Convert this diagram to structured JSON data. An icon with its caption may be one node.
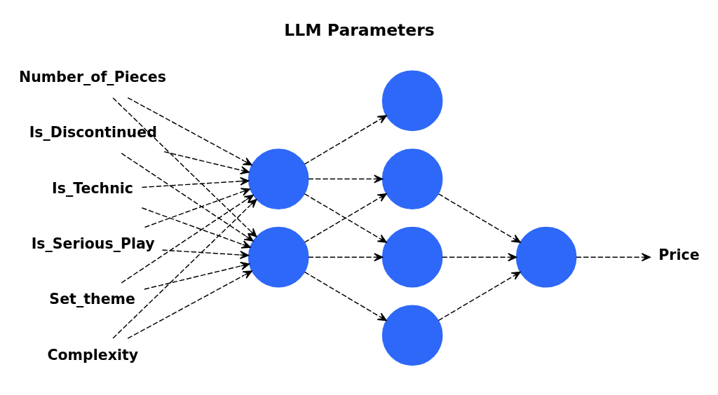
{
  "diagram": {
    "title": "LLM Parameters",
    "nodes": [
      {
        "text": [
          "Number_of_Pieces"
        ]
      },
      {
        "text": [
          "Is_Discontinued"
        ]
      },
      {
        "text": [
          "Is_Technic"
        ]
      },
      {
        "text": [
          "Is_Serious_Play"
        ]
      },
      {
        "text": [
          "Set_theme"
        ]
      },
      {
        "text": [
          "Complexity"
        ]
      },
      {
        "text": [],
        "shape": "circle"
      },
      {
        "text": [],
        "shape": "circle"
      },
      {
        "text": [],
        "shape": "circle"
      },
      {
        "text": [],
        "shape": "circle"
      },
      {
        "text": [],
        "shape": "circle"
      },
      {
        "text": [],
        "shape": "circle"
      },
      {
        "text": [],
        "shape": "circle"
      },
      {
        "text": [
          "Price"
        ]
      }
    ],
    "edges": [
      {
        "from": 0,
        "to": 6,
        "arrow": "to",
        "style": "dashed"
      },
      {
        "from": 0,
        "to": 7,
        "arrow": "to",
        "style": "dashed"
      },
      {
        "from": 1,
        "to": 6,
        "arrow": "to",
        "style": "dashed"
      },
      {
        "from": 1,
        "to": 7,
        "arrow": "to",
        "style": "dashed"
      },
      {
        "from": 2,
        "to": 6,
        "arrow": "to",
        "style": "dashed"
      },
      {
        "from": 2,
        "to": 7,
        "arrow": "to",
        "style": "dashed"
      },
      {
        "from": 3,
        "to": 6,
        "arrow": "to",
        "style": "dashed"
      },
      {
        "from": 3,
        "to": 7,
        "arrow": "to",
        "style": "dashed"
      },
      {
        "from": 4,
        "to": 6,
        "arrow": "to",
        "style": "dashed"
      },
      {
        "from": 4,
        "to": 7,
        "arrow": "to",
        "style": "dashed"
      },
      {
        "from": 5,
        "to": 6,
        "arrow": "to",
        "style": "dashed"
      },
      {
        "from": 5,
        "to": 7,
        "arrow": "to",
        "style": "dashed"
      },
      {
        "from": 6,
        "to": 8,
        "arrow": "to",
        "style": "dashed"
      },
      {
        "from": 6,
        "to": 9,
        "arrow": "to",
        "style": "dashed"
      },
      {
        "from": 6,
        "to": 10,
        "arrow": "to",
        "style": "dashed"
      },
      {
        "from": 7,
        "to": 9,
        "arrow": "to",
        "style": "dashed"
      },
      {
        "from": 7,
        "to": 10,
        "arrow": "to",
        "style": "dashed"
      },
      {
        "from": 7,
        "to": 11,
        "arrow": "to",
        "style": "dashed"
      },
      {
        "from": 9,
        "to": 12,
        "arrow": "to",
        "style": "dashed"
      },
      {
        "from": 10,
        "to": 12,
        "arrow": "to",
        "style": "dashed"
      },
      {
        "from": 11,
        "to": 12,
        "arrow": "to",
        "style": "dashed"
      },
      {
        "from": 12,
        "to": 13,
        "arrow": "to",
        "style": "dashed"
      }
    ]
  }
}
